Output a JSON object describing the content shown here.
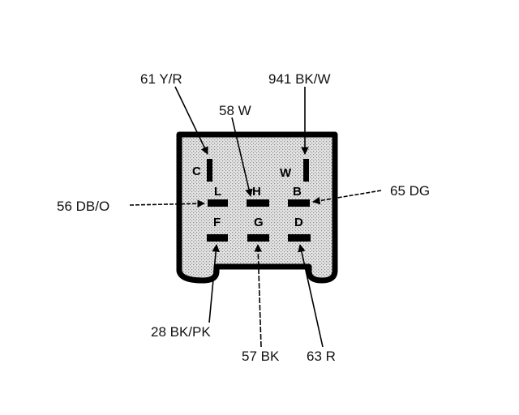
{
  "connector": {
    "pins": [
      {
        "letter": "C"
      },
      {
        "letter": "W"
      },
      {
        "letter": "L"
      },
      {
        "letter": "H"
      },
      {
        "letter": "B"
      },
      {
        "letter": "F"
      },
      {
        "letter": "G"
      },
      {
        "letter": "D"
      }
    ]
  },
  "wires": [
    {
      "label": "61 Y/R"
    },
    {
      "label": "941 BK/W"
    },
    {
      "label": "58 W"
    },
    {
      "label": "56 DB/O"
    },
    {
      "label": "65 DG"
    },
    {
      "label": "28 BK/PK"
    },
    {
      "label": "57 BK"
    },
    {
      "label": "63 R"
    }
  ]
}
